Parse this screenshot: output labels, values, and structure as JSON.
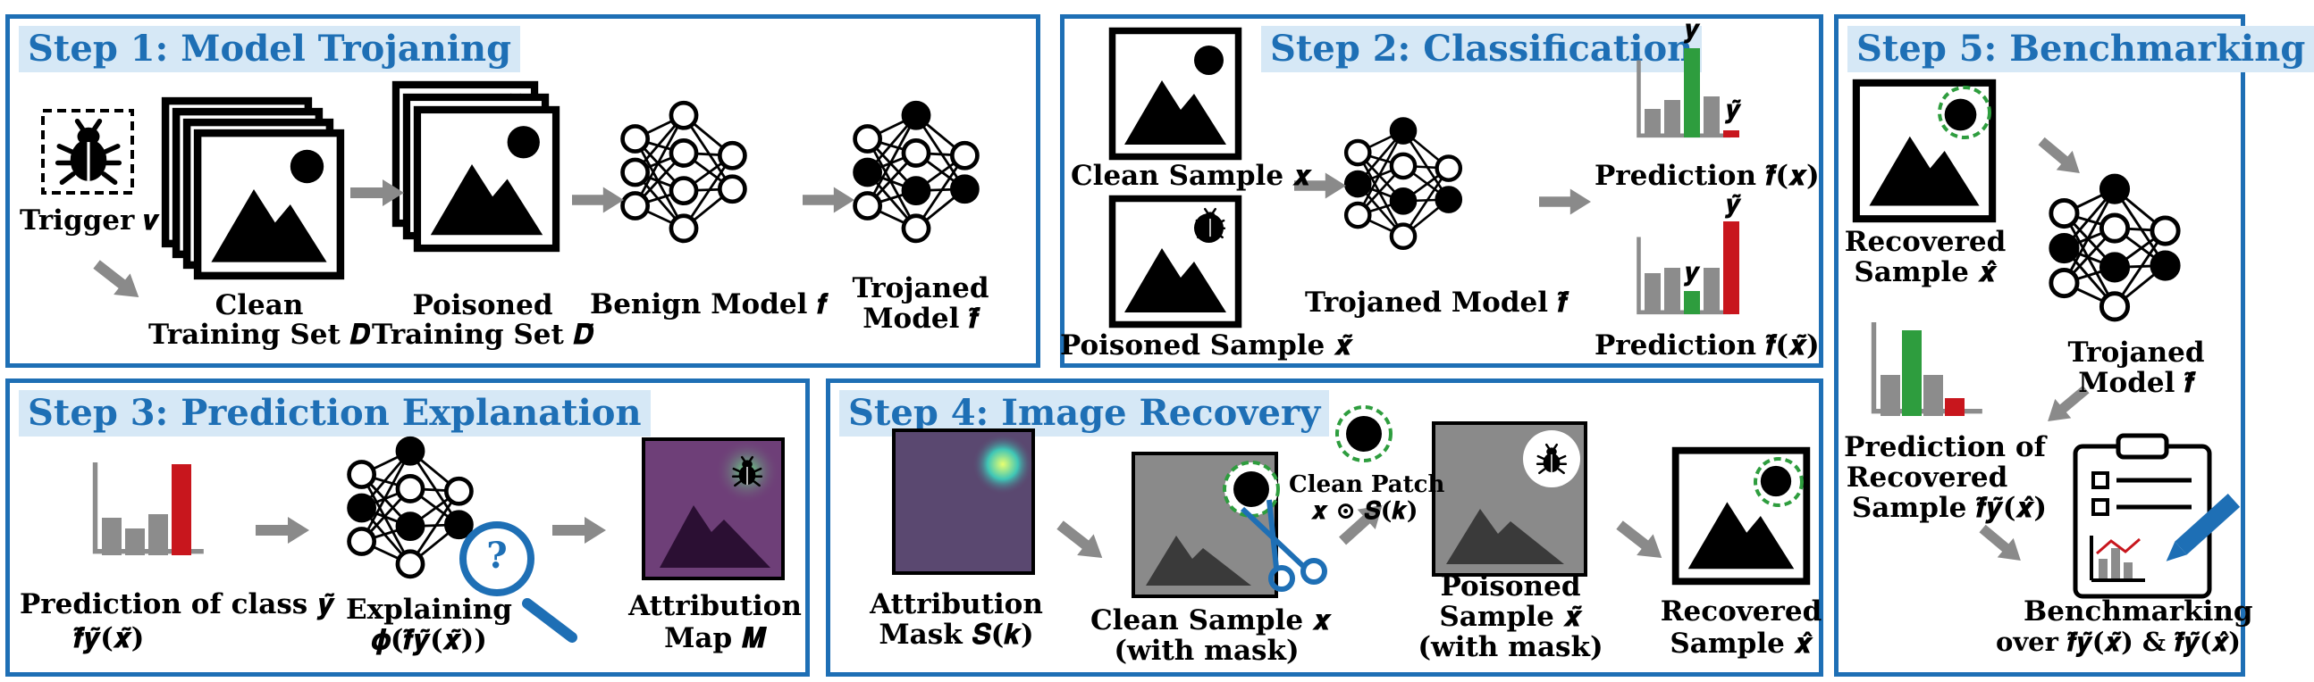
{
  "steps": {
    "step1": {
      "title": "Step 1: Model Trojaning",
      "trigger": "Trigger 𝒗",
      "clean_set_l1": "Clean",
      "clean_set_l2": "Training Set 𝑫",
      "poisoned_set_l1": "Poisoned",
      "poisoned_set_l2": "Training Set 𝑫̃",
      "benign_model": "Benign Model 𝒇",
      "trojaned_model_l1": "Trojaned",
      "trojaned_model_l2": "Model 𝒇̃"
    },
    "step2": {
      "title": "Step 2: Classification",
      "clean_sample": "Clean Sample 𝒙",
      "poisoned_sample": "Poisoned Sample 𝒙̃",
      "trojaned_model": "Trojaned Model 𝒇̃",
      "prediction_clean": "Prediction 𝒇̃(𝒙)",
      "prediction_poisoned": "Prediction 𝒇̃(𝒙̃)",
      "bar_label_y": "𝒚",
      "bar_label_ytilde": "𝒚̃"
    },
    "step3": {
      "title": "Step 3: Prediction Explanation",
      "prediction_l1": "Prediction of class 𝒚̃",
      "prediction_l2": "𝒇̃𝒚̃(𝒙̃)",
      "explaining_l1": "Explaining",
      "explaining_l2": "𝝓(𝒇̃𝒚̃(𝒙̃))",
      "attribution_l1": "Attribution",
      "attribution_l2": "Map 𝑴",
      "question_mark": "?"
    },
    "step4": {
      "title": "Step 4: Image Recovery",
      "mask_l1": "Attribution",
      "mask_l2": "Mask 𝑺(𝒌)",
      "clean_l1": "Clean Sample 𝒙",
      "clean_l2": "(with mask)",
      "patch_l1": "Clean Patch",
      "patch_l2": "𝒙 ⊙ 𝑺(𝒌)",
      "poisoned_l1": "Poisoned",
      "poisoned_l2": "Sample 𝒙̃",
      "poisoned_l3": "(with mask)",
      "recovered_l1": "Recovered",
      "recovered_l2": "Sample 𝒙̂"
    },
    "step5": {
      "title": "Step 5: Benchmarking",
      "recovered_l1": "Recovered",
      "recovered_l2": "Sample 𝒙̂",
      "trojaned_l1": "Trojaned",
      "trojaned_l2": "Model 𝒇̃",
      "prediction_l1": "Prediction of",
      "prediction_l2": "Recovered",
      "prediction_l3": "Sample 𝒇̃𝒚̃(𝒙̂)",
      "bench_l1": "Benchmarking",
      "bench_l2": "over 𝒇̃𝒚̃(𝒙̃) & 𝒇̃𝒚̃(𝒙̂)"
    }
  },
  "colors": {
    "border": "#1e6fb5",
    "title_bg": "#d6e8f6",
    "bar_green": "#2e9d3e",
    "bar_red": "#c8161d",
    "bar_gray": "#8c8c8c",
    "patch_green": "#2e9d3e",
    "attribution_purple": "#6e3f78",
    "arrow_gray": "#8a8a8a"
  },
  "icons": [
    "bug-icon",
    "mountain-image-icon",
    "neural-network-icon",
    "bar-chart-icon",
    "magnifier-icon",
    "scissors-icon",
    "clipboard-icon",
    "pencil-icon"
  ]
}
